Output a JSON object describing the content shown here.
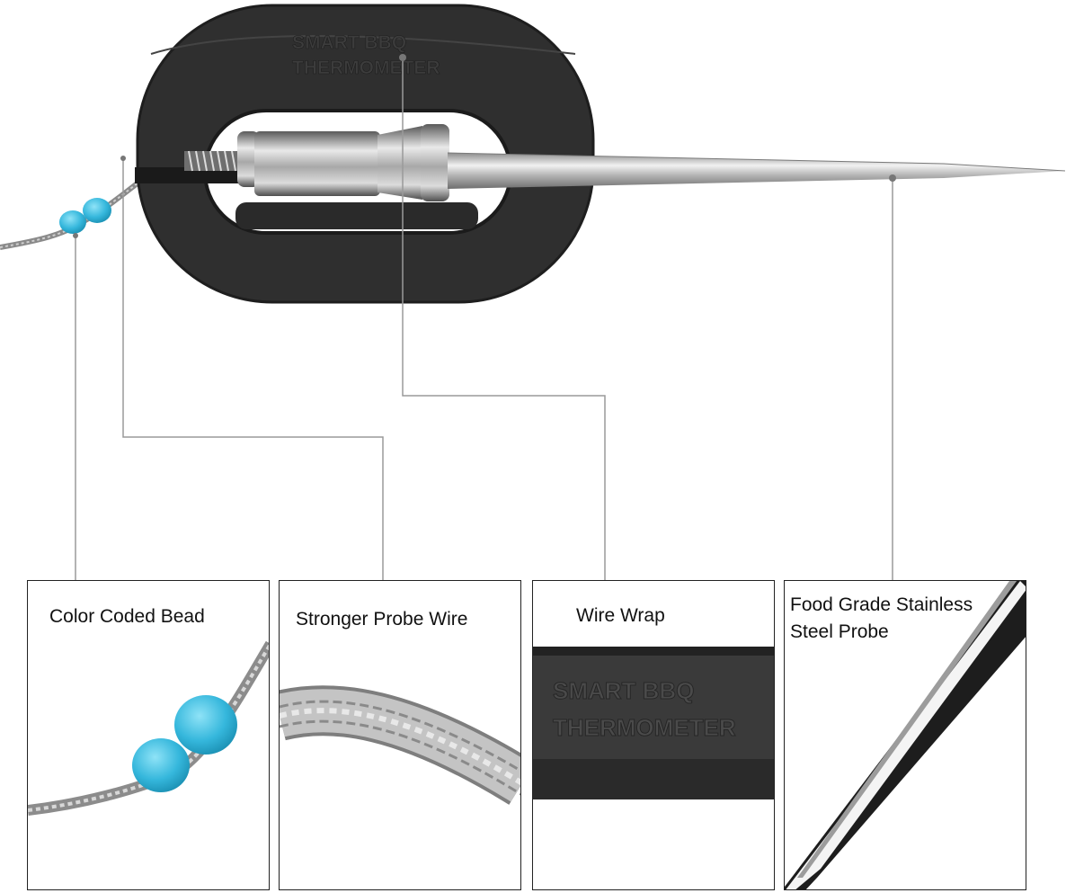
{
  "product": {
    "embossed_line1": "SMART BBQ",
    "embossed_line2": "THERMOMETER"
  },
  "callouts": [
    {
      "label": "Color Coded Bead"
    },
    {
      "label": "Stronger Probe Wire"
    },
    {
      "label": "Wire Wrap"
    },
    {
      "label": "Food Grade Stainless Steel Probe"
    }
  ],
  "colors": {
    "bead": "#35b7dc",
    "wrap": "#2b2b2b",
    "steel": "#c9c9c9",
    "leader_line": "#9a9a9a"
  }
}
